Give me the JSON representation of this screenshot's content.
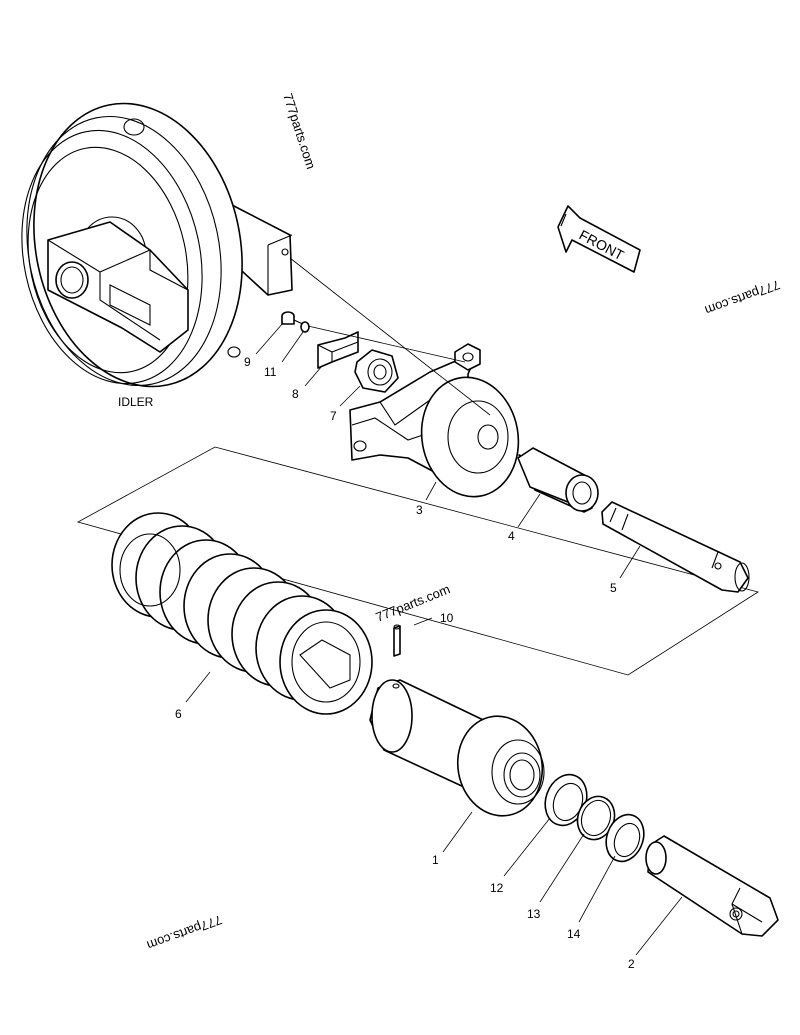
{
  "labels": {
    "idler": "IDLER",
    "front": "FRONT"
  },
  "watermark": "777parts.com",
  "callouts": [
    "1",
    "2",
    "3",
    "4",
    "5",
    "6",
    "7",
    "8",
    "9",
    "10",
    "11",
    "12",
    "13",
    "14"
  ]
}
